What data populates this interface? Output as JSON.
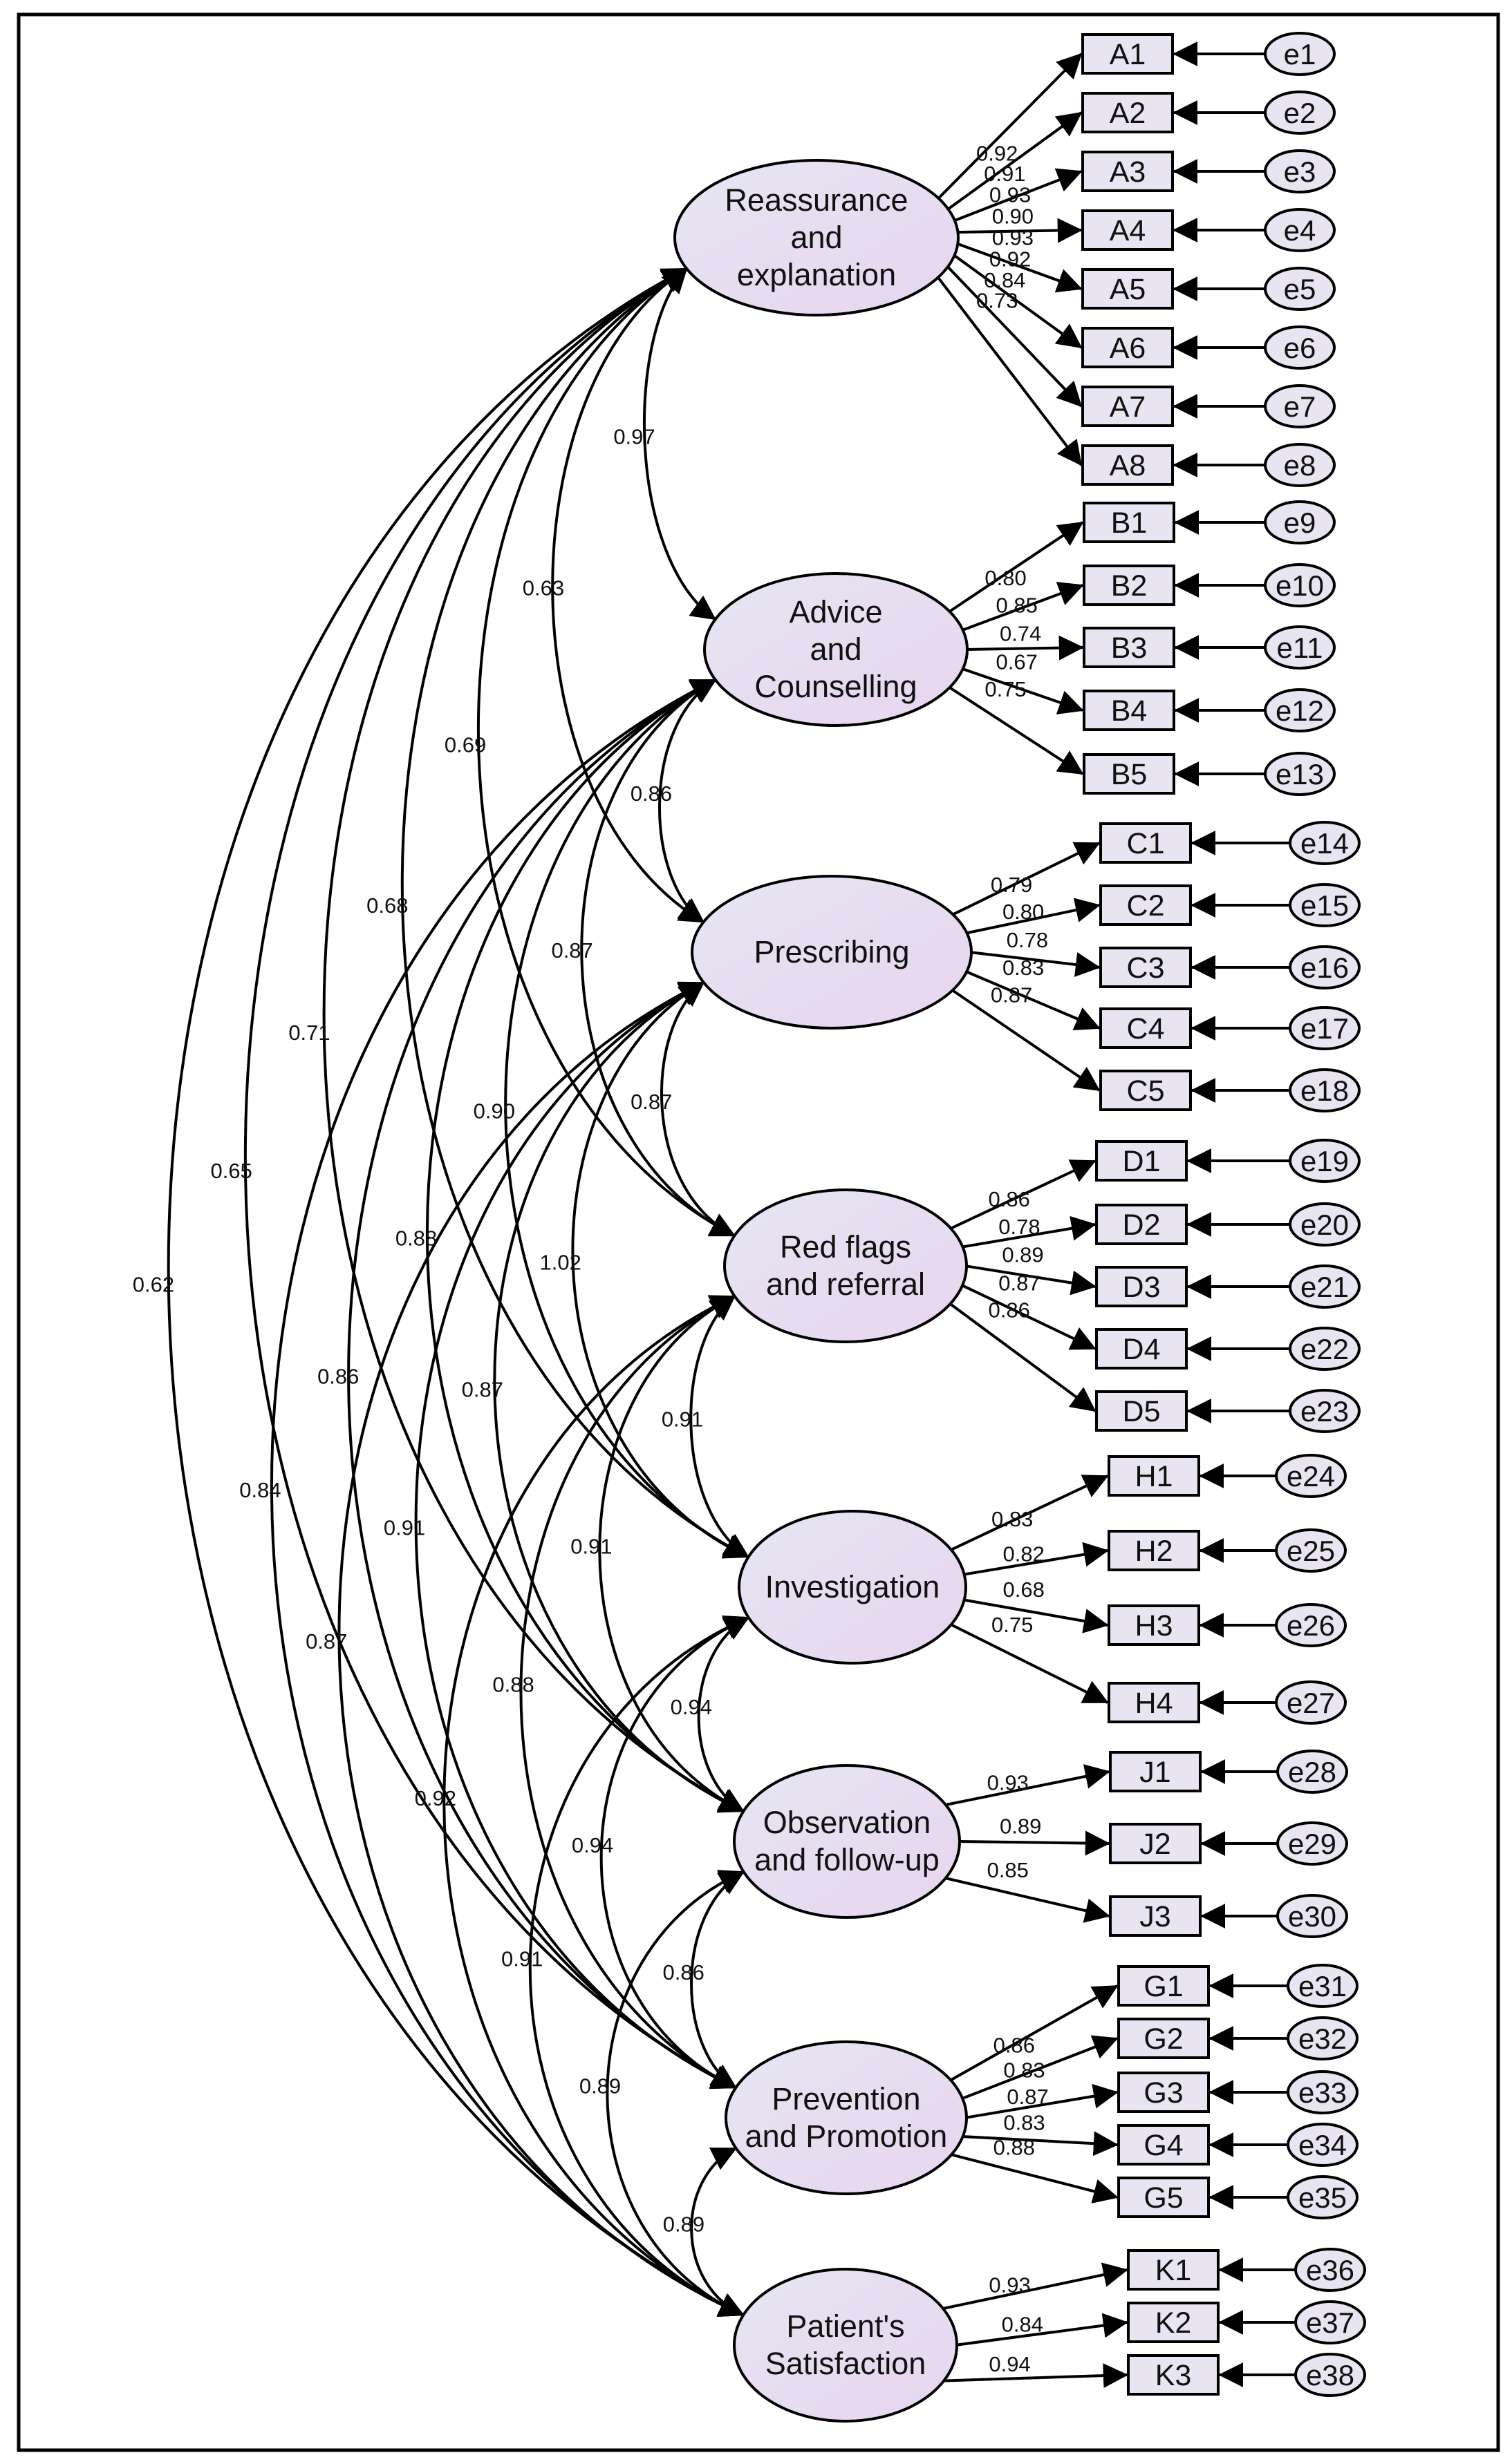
{
  "latents": [
    {
      "id": "L1",
      "lines": [
        "Reassurance",
        "and",
        "explanation"
      ]
    },
    {
      "id": "L2",
      "lines": [
        "Advice",
        "and",
        "Counselling"
      ]
    },
    {
      "id": "L3",
      "lines": [
        "Prescribing"
      ]
    },
    {
      "id": "L4",
      "lines": [
        "Red flags",
        "and referral"
      ]
    },
    {
      "id": "L5",
      "lines": [
        "Investigation"
      ]
    },
    {
      "id": "L6",
      "lines": [
        "Observation",
        "and follow-up"
      ]
    },
    {
      "id": "L7",
      "lines": [
        "Prevention",
        "and Promotion"
      ]
    },
    {
      "id": "L8",
      "lines": [
        "Patient's",
        "Satisfaction"
      ]
    }
  ],
  "indicators": [
    {
      "latent": "L1",
      "items": [
        [
          "A1",
          "e1",
          "0.92"
        ],
        [
          "A2",
          "e2",
          "0.91"
        ],
        [
          "A3",
          "e3",
          "0.93"
        ],
        [
          "A4",
          "e4",
          "0.90"
        ],
        [
          "A5",
          "e5",
          "0.93"
        ],
        [
          "A6",
          "e6",
          "0.92"
        ],
        [
          "A7",
          "e7",
          "0.84"
        ],
        [
          "A8",
          "e8",
          "0.73"
        ]
      ]
    },
    {
      "latent": "L2",
      "items": [
        [
          "B1",
          "e9",
          "0.80"
        ],
        [
          "B2",
          "e10",
          "0.85"
        ],
        [
          "B3",
          "e11",
          "0.74"
        ],
        [
          "B4",
          "e12",
          "0.67"
        ],
        [
          "B5",
          "e13",
          "0.75"
        ]
      ]
    },
    {
      "latent": "L3",
      "items": [
        [
          "C1",
          "e14",
          "0.79"
        ],
        [
          "C2",
          "e15",
          "0.80"
        ],
        [
          "C3",
          "e16",
          "0.78"
        ],
        [
          "C4",
          "e17",
          "0.83"
        ],
        [
          "C5",
          "e18",
          "0.87"
        ]
      ]
    },
    {
      "latent": "L4",
      "items": [
        [
          "D1",
          "e19",
          "0.86"
        ],
        [
          "D2",
          "e20",
          "0.78"
        ],
        [
          "D3",
          "e21",
          "0.89"
        ],
        [
          "D4",
          "e22",
          "0.87"
        ],
        [
          "D5",
          "e23",
          "0.86"
        ]
      ]
    },
    {
      "latent": "L5",
      "items": [
        [
          "H1",
          "e24",
          "0.83"
        ],
        [
          "H2",
          "e25",
          "0.82"
        ],
        [
          "H3",
          "e26",
          "0.68"
        ],
        [
          "H4",
          "e27",
          "0.75"
        ]
      ]
    },
    {
      "latent": "L6",
      "items": [
        [
          "J1",
          "e28",
          "0.93"
        ],
        [
          "J2",
          "e29",
          "0.89"
        ],
        [
          "J3",
          "e30",
          "0.85"
        ]
      ]
    },
    {
      "latent": "L7",
      "items": [
        [
          "G1",
          "e31",
          "0.86"
        ],
        [
          "G2",
          "e32",
          "0.83"
        ],
        [
          "G3",
          "e33",
          "0.87"
        ],
        [
          "G4",
          "e34",
          "0.83"
        ],
        [
          "G5",
          "e35",
          "0.88"
        ]
      ]
    },
    {
      "latent": "L8",
      "items": [
        [
          "K1",
          "e36",
          "0.93"
        ],
        [
          "K2",
          "e37",
          "0.84"
        ],
        [
          "K3",
          "e38",
          "0.94"
        ]
      ]
    }
  ],
  "correlations": [
    {
      "from": "L1",
      "to": "L2",
      "value": "0.97"
    },
    {
      "from": "L1",
      "to": "L3",
      "value": "0.63"
    },
    {
      "from": "L1",
      "to": "L4",
      "value": "0.69"
    },
    {
      "from": "L1",
      "to": "L5",
      "value": "0.68"
    },
    {
      "from": "L1",
      "to": "L6",
      "value": "0.71"
    },
    {
      "from": "L1",
      "to": "L7",
      "value": "0.65"
    },
    {
      "from": "L1",
      "to": "L8",
      "value": "0.62"
    },
    {
      "from": "L2",
      "to": "L3",
      "value": "0.86"
    },
    {
      "from": "L2",
      "to": "L4",
      "value": "0.87"
    },
    {
      "from": "L2",
      "to": "L5",
      "value": "0.90"
    },
    {
      "from": "L2",
      "to": "L6",
      "value": "0.88"
    },
    {
      "from": "L2",
      "to": "L7",
      "value": "0.86"
    },
    {
      "from": "L2",
      "to": "L8",
      "value": "0.84"
    },
    {
      "from": "L3",
      "to": "L4",
      "value": "0.87"
    },
    {
      "from": "L3",
      "to": "L5",
      "value": "1.02"
    },
    {
      "from": "L3",
      "to": "L6",
      "value": "0.87"
    },
    {
      "from": "L3",
      "to": "L7",
      "value": "0.91"
    },
    {
      "from": "L3",
      "to": "L8",
      "value": "0.87"
    },
    {
      "from": "L4",
      "to": "L5",
      "value": "0.91"
    },
    {
      "from": "L4",
      "to": "L6",
      "value": "0.91"
    },
    {
      "from": "L4",
      "to": "L7",
      "value": "0.88"
    },
    {
      "from": "L4",
      "to": "L8",
      "value": "0.92"
    },
    {
      "from": "L5",
      "to": "L6",
      "value": "0.94"
    },
    {
      "from": "L5",
      "to": "L7",
      "value": "0.94"
    },
    {
      "from": "L5",
      "to": "L8",
      "value": "0.91"
    },
    {
      "from": "L6",
      "to": "L7",
      "value": "0.86"
    },
    {
      "from": "L6",
      "to": "L8",
      "value": "0.89"
    },
    {
      "from": "L7",
      "to": "L8",
      "value": "0.89"
    }
  ],
  "colors": {
    "line": "#000000",
    "latent_fill_start": "#e6e6f2",
    "latent_fill_end": "#e8d4ef",
    "box_fill": "#e9e4f2",
    "frame": "#000000"
  }
}
